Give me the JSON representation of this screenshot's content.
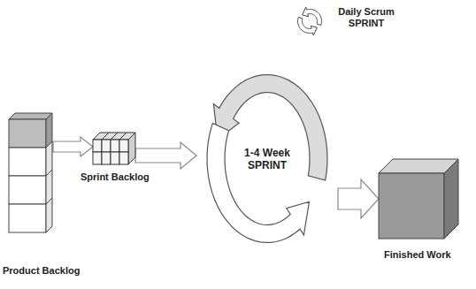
{
  "diagram": {
    "nodes": [
      {
        "text": [
          "Product Backlog"
        ]
      },
      {
        "text": [
          "Sprint Backlog"
        ]
      },
      {
        "text": [
          "1-4 Week SPRINT"
        ]
      },
      {
        "text": [
          "Daily Scrum SPRINT"
        ]
      },
      {
        "text": [
          "Finished Work"
        ]
      }
    ],
    "edges": [
      {
        "from": 0,
        "to": 1,
        "arrow": "to"
      },
      {
        "from": 1,
        "to": 2,
        "arrow": "to"
      },
      {
        "from": 2,
        "to": 4,
        "arrow": "to"
      }
    ]
  }
}
